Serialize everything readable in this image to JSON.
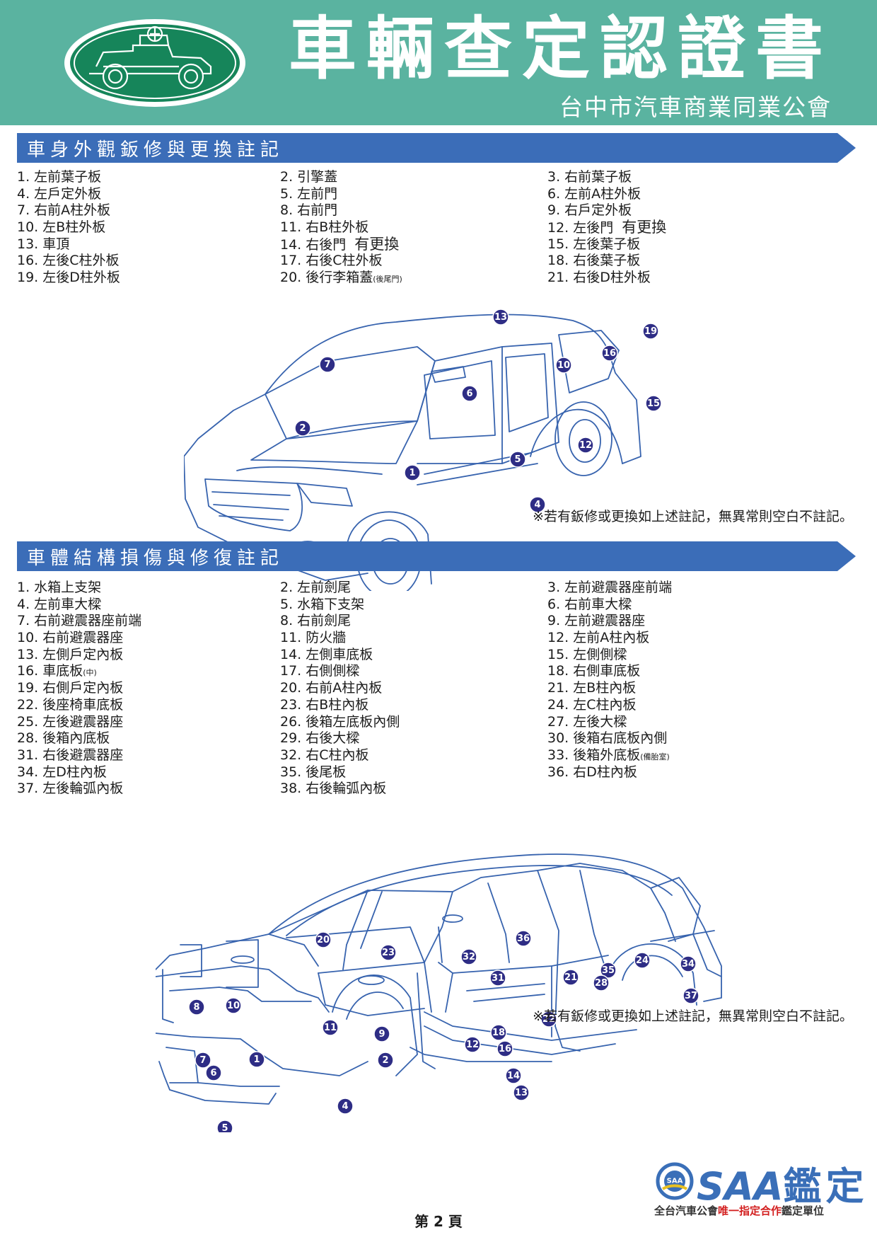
{
  "header": {
    "title": "車輛查定認證書",
    "subtitle": "台中市汽車商業同業公會",
    "bg_color": "#5ab3a0"
  },
  "section1": {
    "title": "車身外觀鈑修與更換註記",
    "banner_color": "#3b6db8",
    "items": [
      "1. 左前葉子板",
      "2. 引擎蓋",
      "3. 右前葉子板",
      "4. 左戶定外板",
      "5. 左前門",
      "6. 左前A柱外板",
      "7. 右前A柱外板",
      "8. 右前門",
      "9. 右戶定外板",
      "10. 左B柱外板",
      "11. 右B柱外板",
      "12. 左後門",
      "13. 車頂",
      "14. 右後門",
      "15. 左後葉子板",
      "16. 左後C柱外板",
      "17. 右後C柱外板",
      "18. 右後葉子板",
      "19. 左後D柱外板",
      "20. 後行李箱蓋",
      "21. 右後D柱外板"
    ],
    "item20_suffix": "(後尾門)",
    "handwritten": {
      "item12": "有更換",
      "item14": "有更換"
    },
    "note": "※若有鈑修或更換如上述註記，無異常則空白不註記。",
    "badges": [
      "13",
      "19",
      "16",
      "7",
      "10",
      "6",
      "15",
      "2",
      "12",
      "5",
      "1",
      "4"
    ]
  },
  "section2": {
    "title": "車體結構損傷與修復註記",
    "banner_color": "#3b6db8",
    "items": [
      "1. 水箱上支架",
      "2. 左前劍尾",
      "3. 左前避震器座前端",
      "4. 左前車大樑",
      "5. 水箱下支架",
      "6. 右前車大樑",
      "7. 右前避震器座前端",
      "8. 右前劍尾",
      "9. 左前避震器座",
      "10. 右前避震器座",
      "11. 防火牆",
      "12. 左前A柱內板",
      "13. 左側戶定內板",
      "14. 左側車底板",
      "15. 左側側樑",
      "16. 車底板",
      "17. 右側側樑",
      "18. 右側車底板",
      "19. 右側戶定內板",
      "20. 右前A柱內板",
      "21. 左B柱內板",
      "22. 後座椅車底板",
      "23. 右B柱內板",
      "24. 左C柱內板",
      "25. 左後避震器座",
      "26. 後箱左底板內側",
      "27. 左後大樑",
      "28. 後箱內底板",
      "29. 右後大樑",
      "30. 後箱右底板內側",
      "31. 右後避震器座",
      "32. 右C柱內板",
      "33. 後箱外底板",
      "34. 左D柱內板",
      "35. 後尾板",
      "36. 右D柱內板",
      "37. 左後輪弧內板",
      "38. 右後輪弧內板"
    ],
    "item16_suffix": "(中)",
    "item33_suffix": "(備胎室)",
    "note": "※若有鈑修或更換如上述註記，無異常則空白不註記。",
    "badges": [
      "34",
      "20",
      "36",
      "24",
      "32",
      "23",
      "31",
      "35",
      "21",
      "28",
      "37",
      "8",
      "10",
      "22",
      "11",
      "9",
      "18",
      "7",
      "1",
      "2",
      "12",
      "16",
      "6",
      "14",
      "13",
      "4",
      "5"
    ]
  },
  "footer": {
    "logo_text": "SAA",
    "logo_word": "鑑定",
    "tagline_a": "全台汽車公會",
    "tagline_b": "唯一指定合作",
    "tagline_c": "鑑定單位",
    "page_label": "第 2 頁"
  }
}
